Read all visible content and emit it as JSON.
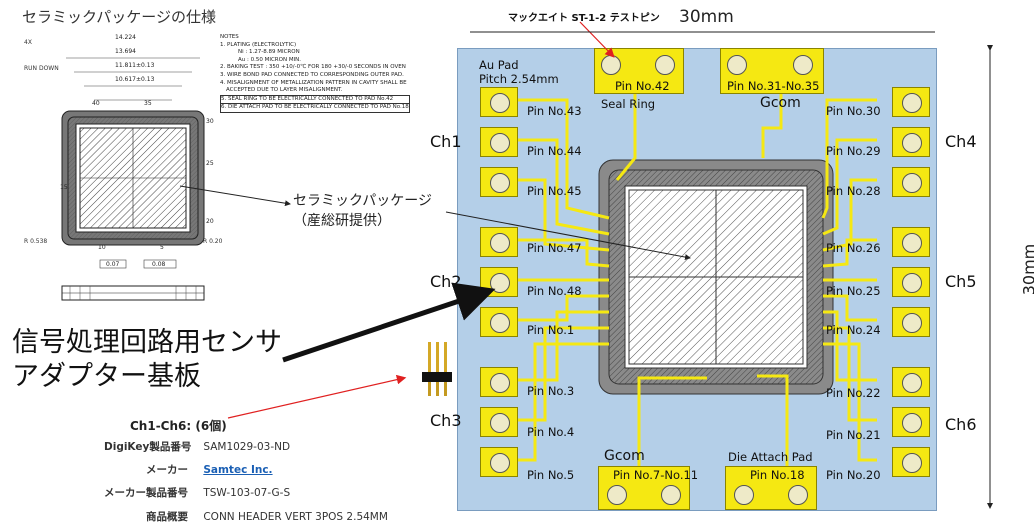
{
  "left_title": "セラミックパッケージの仕様",
  "callout": {
    "line1": "セラミックパッケージ",
    "line2": "（産総研提供）"
  },
  "big_title": {
    "line1": "信号処理回路用センサ",
    "line2": "アダプター基板"
  },
  "test_pin_label": "マックエイト ST-1-2 テストピン",
  "dim_width": "30mm",
  "dim_height": "30mm",
  "board": {
    "au_pad": "Au Pad",
    "pitch": "Pitch 2.54mm",
    "seal_ring": "Seal Ring",
    "gcom_top": "Gcom",
    "gcom_bottom": "Gcom",
    "die_attach": "Die Attach Pad",
    "colors": {
      "board": "#b4cfe8",
      "pad": "#f5e812",
      "accent_arrow": "#e02020"
    }
  },
  "channels": {
    "ch1": "Ch1",
    "ch2": "Ch2",
    "ch3": "Ch3",
    "ch4": "Ch4",
    "ch5": "Ch5",
    "ch6": "Ch6"
  },
  "pins": {
    "top1": "Pin No.42",
    "top2": "Pin No.31-No.35",
    "l1": "Pin No.43",
    "l2": "Pin No.44",
    "l3": "Pin No.45",
    "l4": "Pin No.47",
    "l5": "Pin No.48",
    "l6": "Pin No.1",
    "l7": "Pin No.3",
    "l8": "Pin No.4",
    "l9": "Pin No.5",
    "r1": "Pin No.30",
    "r2": "Pin No.29",
    "r3": "Pin No.28",
    "r4": "Pin No.26",
    "r5": "Pin No.25",
    "r6": "Pin No.24",
    "r7": "Pin No.22",
    "r8": "Pin No.21",
    "r9": "Pin No.20",
    "b1": "Pin No.7-No.11",
    "b2": "Pin No.18"
  },
  "parts": {
    "header": "Ch1-Ch6: (6個)",
    "k1": "DigiKey製品番号",
    "v1": "SAM1029-03-ND",
    "k2": "メーカー",
    "v2": "Samtec Inc.",
    "k3": "メーカー製品番号",
    "v3": "TSW-103-07-G-S",
    "k4": "商品概要",
    "v4": "CONN HEADER VERT 3POS 2.54MM"
  },
  "drawing_notes": {
    "title": "NOTES",
    "n1": "1. PLATING (ELECTROLYTIC)",
    "n2": "Ni : 1.27-8.89 MICRON",
    "n3": "Au : 0.50 MICRON MIN.",
    "n4": "2. BAKING TEST : 350 +10/-0℃ FOR 180 +30/-0 SECONDS IN OVEN",
    "n5": "3. WIRE BOND PAD CONNECTED TO CORRESPONDING OUTER PAD.",
    "n6": "4. MISALIGNMENT OF METALLIZATION PATTERN IN CAVITY SHALL BE",
    "n7": "ACCEPTED DUE TO LAYER MISALIGNMENT.",
    "n8": "5. SEAL RING TO BE ELECTRICALLY CONNECTED TO PAD No.42",
    "n9": "6. DIE ATTACH PAD TO BE ELECTRICALLY CONNECTED TO PAD No.18",
    "d1": "14.224",
    "d2": "13.694",
    "d3": "11.811±0.13",
    "d4": "10.617±0.13",
    "d5": "40",
    "d6": "35",
    "d7": "30",
    "d8": "25",
    "d9": "20",
    "d10": "15",
    "d11": "10",
    "d12": "5",
    "d13": "0.07",
    "d14": "0.08"
  }
}
